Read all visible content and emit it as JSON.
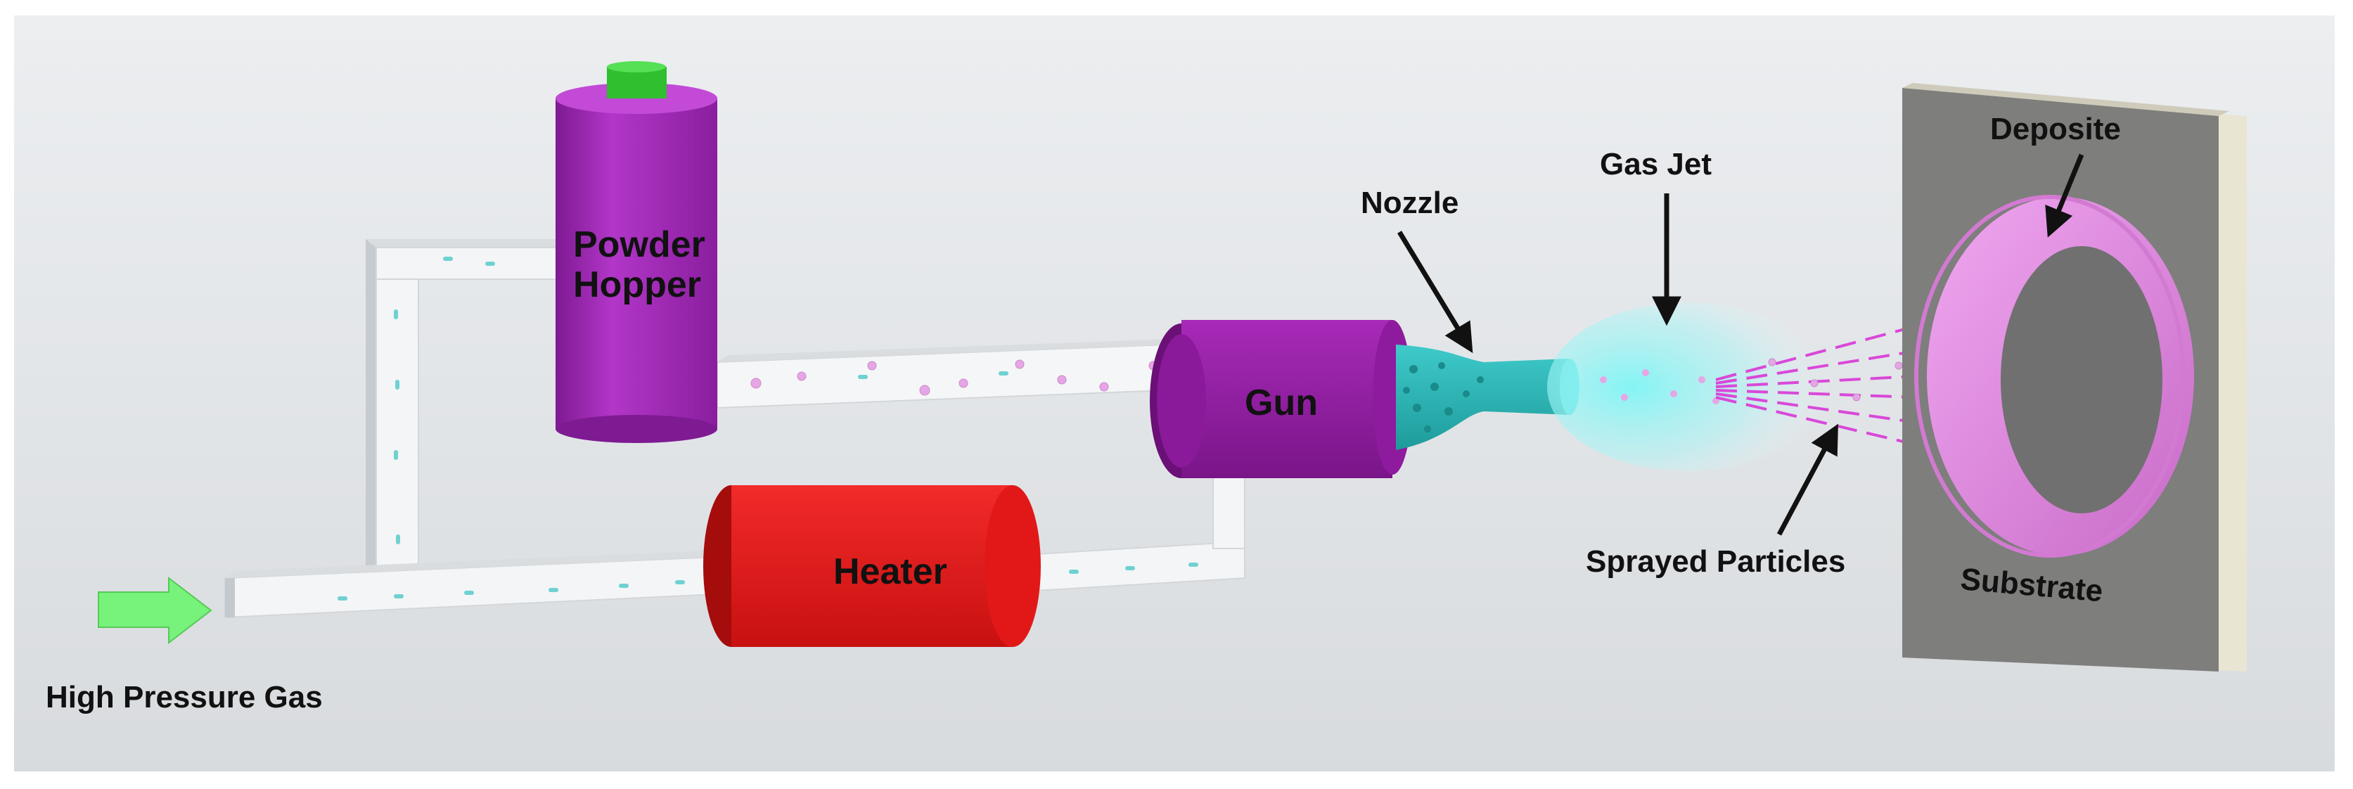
{
  "labels": {
    "powder_hopper_line1": "Powder",
    "powder_hopper_line2": "Hopper",
    "gun": "Gun",
    "heater": "Heater",
    "nozzle": "Nozzle",
    "gas_jet": "Gas Jet",
    "deposite": "Deposite",
    "substrate": "Substrate",
    "sprayed_particles": "Sprayed Particles",
    "high_pressure_gas": "High Pressure Gas"
  },
  "colors": {
    "background": "#e4e7ea",
    "pipe": "#f4f6f7",
    "pipe_shade": "#c9ced2",
    "gas_dash": "#6fd1d1",
    "powder_particle": "#e6a6e6",
    "hopper": "#a12ab8",
    "hopper_cap": "#33cc33",
    "gun": "#9b1fa8",
    "heater": "#e81b1b",
    "nozzle": "#2bb7b7",
    "gas_jet": "#7ff2f2",
    "spray_lines": "#d948d9",
    "substrate": "#7f7f7d",
    "substrate_edge": "#e8e4d2",
    "deposit_ring": "#e58ae5",
    "input_arrow": "#77f27a"
  }
}
